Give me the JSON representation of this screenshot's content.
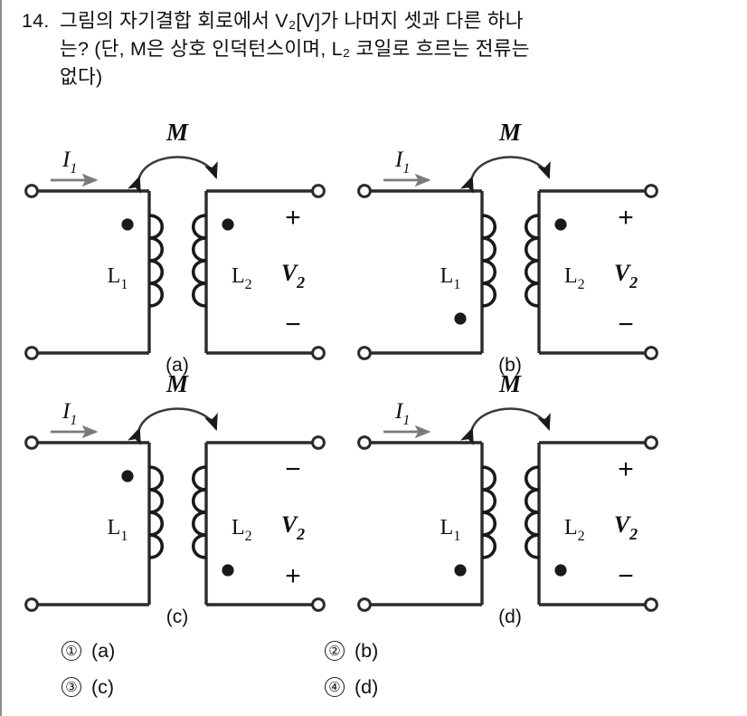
{
  "question": {
    "number": "14.",
    "lines": [
      "그림의 자기결합 회로에서 V₂[V]가 나머지 셋과 다른 하나",
      "는? (단, M은 상호 인덕턴스이며, L₂ 코일로 흐르는 전류는",
      "없다)"
    ],
    "full_text": "14. 그림의 자기결합 회로에서 V2[V]가 나머지 셋과 다른 하나는? (단, M은 상호 인덕턴스이며, L2 코일로 흐르는 전류는 없다)"
  },
  "figure": {
    "mutual_label": "M",
    "current_label": "I",
    "current_sub": "1",
    "primary_label": "L",
    "primary_sub": "1",
    "secondary_label": "L",
    "secondary_sub": "2",
    "voltage_label": "V",
    "voltage_sub": "2",
    "plus_sign": "+",
    "minus_sign": "−",
    "circuits": [
      {
        "id": "a",
        "caption": "(a)",
        "dot_l1": "top",
        "dot_l2": "top",
        "top_polarity": "+",
        "bottom_polarity": "−"
      },
      {
        "id": "b",
        "caption": "(b)",
        "dot_l1": "bottom",
        "dot_l2": "top",
        "top_polarity": "+",
        "bottom_polarity": "−"
      },
      {
        "id": "c",
        "caption": "(c)",
        "dot_l1": "top",
        "dot_l2": "bottom",
        "top_polarity": "−",
        "bottom_polarity": "+"
      },
      {
        "id": "d",
        "caption": "(d)",
        "dot_l1": "bottom",
        "dot_l2": "bottom",
        "top_polarity": "+",
        "bottom_polarity": "−"
      }
    ]
  },
  "choices": [
    {
      "marker": "①",
      "label": "(a)"
    },
    {
      "marker": "②",
      "label": "(b)"
    },
    {
      "marker": "③",
      "label": "(c)"
    },
    {
      "marker": "④",
      "label": "(d)"
    }
  ],
  "colors": {
    "ink": "#101010",
    "wire": "#2b2b2b",
    "arrow_gray": "#7a7a7a",
    "border": "#8d8d8d",
    "background": "#ffffff"
  }
}
